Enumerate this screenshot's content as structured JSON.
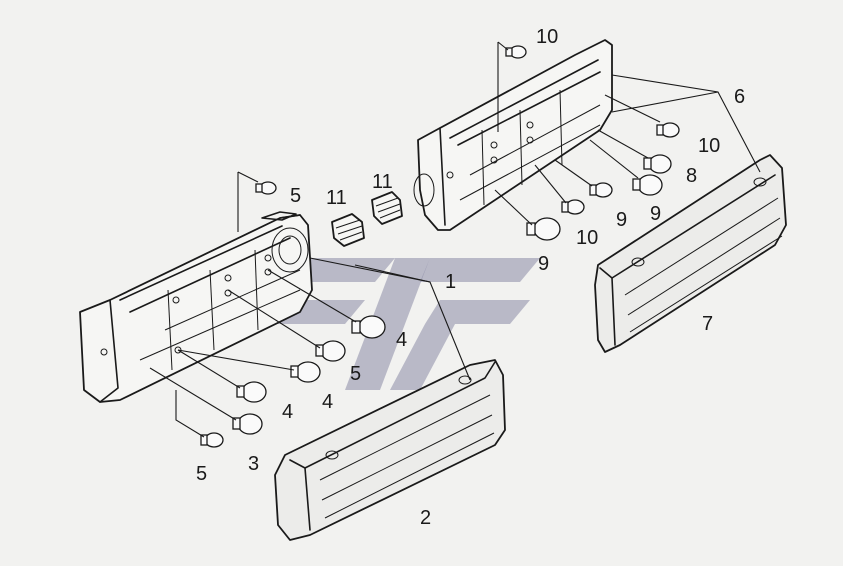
{
  "callouts": {
    "c1": "1",
    "c2": "2",
    "c3": "3",
    "c4a": "4",
    "c4b": "4",
    "c4c": "4",
    "c5a": "5",
    "c5b": "5",
    "c5c": "5",
    "c6": "6",
    "c7": "7",
    "c8": "8",
    "c9a": "9",
    "c9b": "9",
    "c9c": "9",
    "c10a": "10",
    "c10b": "10",
    "c10c": "10",
    "c11a": "11",
    "c11b": "11"
  },
  "watermark_icon": "company-logo-watermark"
}
